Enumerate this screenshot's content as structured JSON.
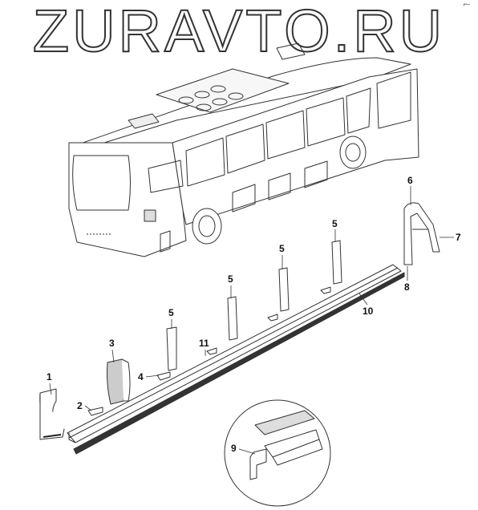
{
  "watermark": "ZURAVTO.RU",
  "corner_mark": "⌐-",
  "callouts": [
    {
      "id": "c1",
      "label": "1"
    },
    {
      "id": "c2",
      "label": "2"
    },
    {
      "id": "c3",
      "label": "3"
    },
    {
      "id": "c4",
      "label": "4"
    },
    {
      "id": "c5a",
      "label": "5"
    },
    {
      "id": "c5b",
      "label": "5"
    },
    {
      "id": "c5c",
      "label": "5"
    },
    {
      "id": "c5d",
      "label": "5"
    },
    {
      "id": "c6",
      "label": "6"
    },
    {
      "id": "c7",
      "label": "7"
    },
    {
      "id": "c8",
      "label": "8"
    },
    {
      "id": "c9",
      "label": "9"
    },
    {
      "id": "c10",
      "label": "10"
    },
    {
      "id": "c11",
      "label": "11"
    }
  ],
  "colors": {
    "line": "#333333",
    "fill": "#ffffff",
    "shade": "#bbbbbb",
    "dark": "#222222"
  }
}
